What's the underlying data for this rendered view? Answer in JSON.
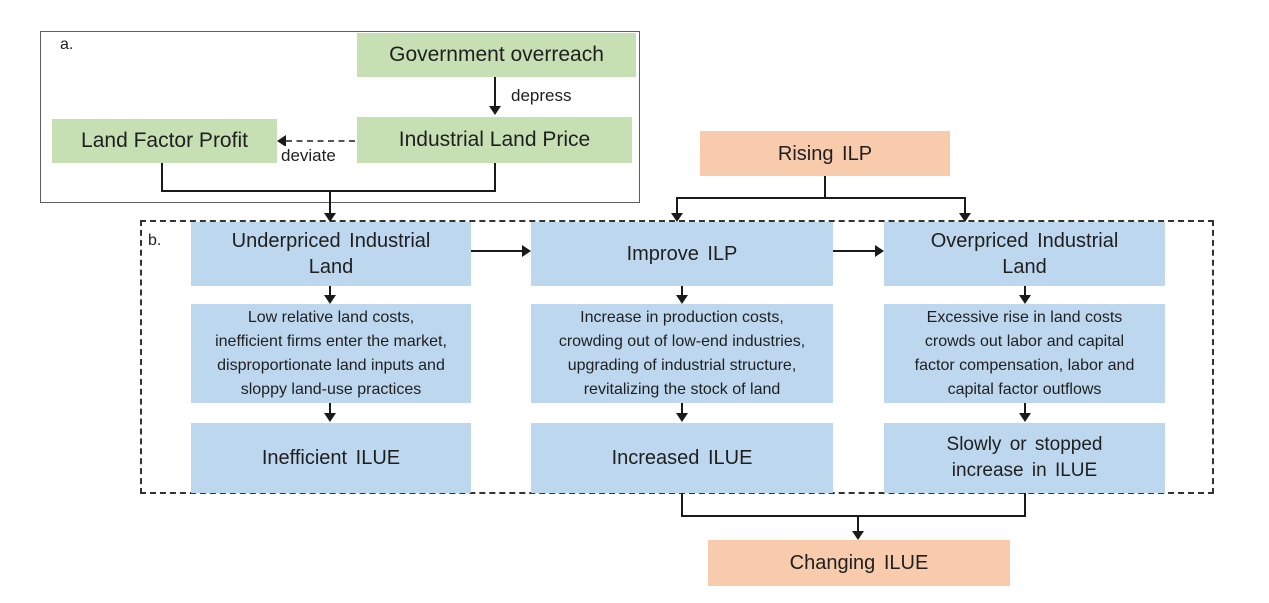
{
  "colors": {
    "green": "#C6E0B4",
    "blue": "#BDD7EE",
    "orange": "#F8CBAD",
    "line": "#1a1a1a",
    "border_gray": "#5f5f5f"
  },
  "panel_a": {
    "label": "a.",
    "nodes": {
      "government_overreach": "Government overreach",
      "industrial_land_price": "Industrial Land Price",
      "land_factor_profit": "Land Factor Profit"
    },
    "edge_labels": {
      "depress": "depress",
      "deviate": "deviate"
    }
  },
  "rising_ilp": "Rising ILP",
  "panel_b": {
    "label": "b.",
    "columns": [
      {
        "header": "Underpriced Industrial\nLand",
        "description": "Low relative land costs,\ninefficient firms enter the market,\ndisproportionate land inputs and\nsloppy land-use practices",
        "outcome": "Inefficient ILUE"
      },
      {
        "header": "Improve ILP",
        "description": "Increase in production costs,\ncrowding out of low-end industries,\nupgrading of industrial structure,\nrevitalizing the stock of land",
        "outcome": "Increased ILUE"
      },
      {
        "header": "Overpriced Industrial\nLand",
        "description": "Excessive rise in land costs\ncrowds out labor and capital\nfactor compensation, labor and\ncapital factor outflows",
        "outcome": "Slowly or stopped\nincrease in ILUE"
      }
    ]
  },
  "changing_ilue": "Changing ILUE"
}
